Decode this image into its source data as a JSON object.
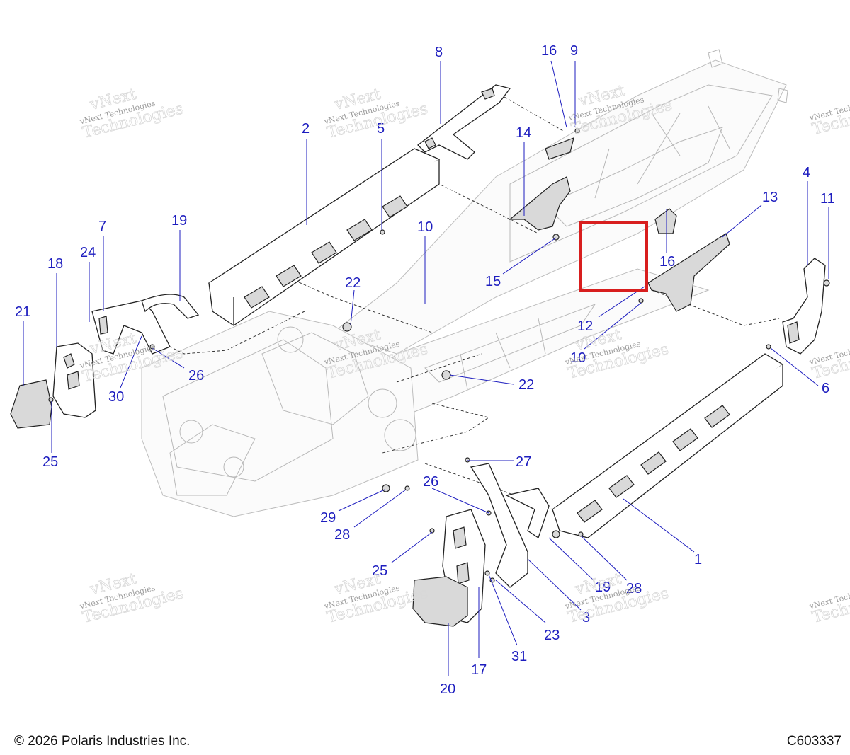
{
  "footer": {
    "copyright": "© 2026 Polaris Industries Inc.",
    "figure_id": "C603337"
  },
  "watermark": {
    "line1": "vNext Technologies",
    "line2": "vNext",
    "line3": "Technologies"
  },
  "callouts": [
    {
      "label": "8"
    },
    {
      "label": "16"
    },
    {
      "label": "9"
    },
    {
      "label": "2"
    },
    {
      "label": "5"
    },
    {
      "label": "14"
    },
    {
      "label": "4"
    },
    {
      "label": "11"
    },
    {
      "label": "13"
    },
    {
      "label": "7"
    },
    {
      "label": "19"
    },
    {
      "label": "10"
    },
    {
      "label": "16"
    },
    {
      "label": "24"
    },
    {
      "label": "18"
    },
    {
      "label": "21"
    },
    {
      "label": "22"
    },
    {
      "label": "15"
    },
    {
      "label": "12"
    },
    {
      "label": "10"
    },
    {
      "label": "6"
    },
    {
      "label": "26"
    },
    {
      "label": "30"
    },
    {
      "label": "22"
    },
    {
      "label": "25"
    },
    {
      "label": "27"
    },
    {
      "label": "26"
    },
    {
      "label": "29"
    },
    {
      "label": "28"
    },
    {
      "label": "1"
    },
    {
      "label": "25"
    },
    {
      "label": "19"
    },
    {
      "label": "28"
    },
    {
      "label": "3"
    },
    {
      "label": "23"
    },
    {
      "label": "31"
    },
    {
      "label": "17"
    },
    {
      "label": "20"
    }
  ],
  "colors": {
    "callout": "#1d1dbf",
    "highlight": "#d81e1e"
  }
}
